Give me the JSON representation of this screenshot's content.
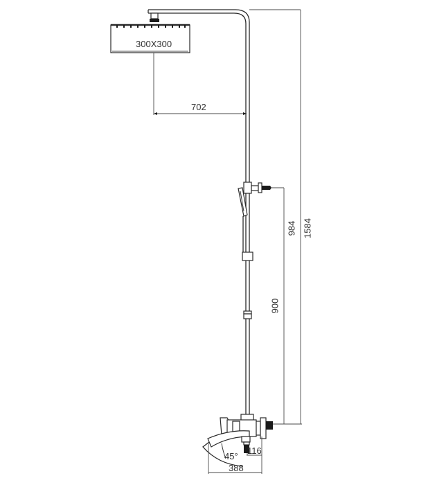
{
  "drawing": {
    "title": "Shower column dimension drawing",
    "colors": {
      "line": "#3a3a3a",
      "background": "#ffffff",
      "text": "#333333"
    },
    "dimensions": {
      "head_size": "300X300",
      "arm_reach": "702",
      "overall_height": "1584",
      "bracket_height": "984",
      "slide_rail_height": "900",
      "spout_offset": "116",
      "spout_length": "388",
      "spout_angle": "45°"
    },
    "parts": [
      "shower-head",
      "shower-arm",
      "riser-pipe",
      "hand-shower",
      "wall-bracket",
      "slider-connector",
      "pipe-coupling",
      "mixer-valve",
      "bath-spout",
      "wall-connector"
    ]
  }
}
